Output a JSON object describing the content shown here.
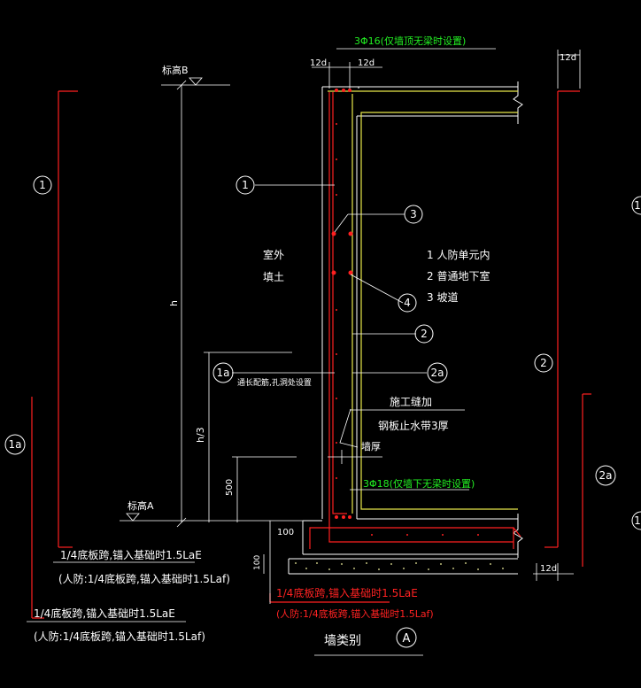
{
  "colors": {
    "background": "#000000",
    "white": "#ffffff",
    "red": "#ff2020",
    "green": "#22ee22",
    "yellow": "#e8e84a",
    "lightyellow": "#f3f3a0"
  },
  "labels": {
    "top_rebar": "3Φ16(仅墙顶无梁时设置)",
    "bottom_rebar": "3Φ18(仅墙下无梁时设置)",
    "dim_12d": "12d",
    "elev_b": "标高B",
    "elev_a": "标高A",
    "dim_h": "h",
    "dim_h3": "h/3",
    "dim_500": "500",
    "dim_100a": "100",
    "dim_100b": "100",
    "outside_1": "室外",
    "outside_2": "填土",
    "legend_1": "1  人防单元内",
    "legend_2": "2  普通地下室",
    "legend_3": "3  坡道",
    "note_1a": "通长配筋,孔洞处设置",
    "water_1": "施工缝加",
    "water_2": "钢板止水带3厚",
    "wall_thick": "墙厚",
    "anchor_w1": "1/4底板跨,锚入基础时1.5LaE",
    "anchor_w1b": "(人防:1/4底板跨,锚入基础时1.5Laf)",
    "anchor_w2": "1/4底板跨,锚入基础时1.5LaE",
    "anchor_w2b": "(人防:1/4底板跨,锚入基础时1.5Laf)",
    "anchor_r1": "1/4底板跨,锚入基础时1.5LaE",
    "anchor_r2": "(人防:1/4底板跨,锚入基础时1.5Laf)",
    "wall_type": "墙类别",
    "wall_type_letter": "A"
  },
  "markers": {
    "m1_left": "1",
    "m1_inner": "1",
    "m1_right": "1",
    "m1_right2": "1",
    "m3": "3",
    "m4": "4",
    "m2": "2",
    "m2_right": "2",
    "m1a": "1a",
    "m1a_left": "1a",
    "m2a": "2a",
    "m2a_right": "2a"
  }
}
